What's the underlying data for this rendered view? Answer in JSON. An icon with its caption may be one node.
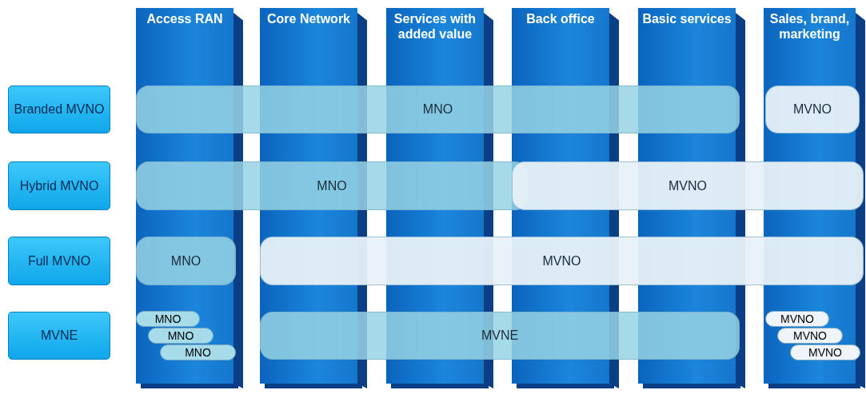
{
  "diagram": {
    "nodes": [
      {
        "text": [
          "Access RAN"
        ]
      },
      {
        "text": [
          "Core Network"
        ]
      },
      {
        "text": [
          "Services with added value"
        ]
      },
      {
        "text": [
          "Back office"
        ]
      },
      {
        "text": [
          "Basic services"
        ]
      },
      {
        "text": [
          "Sales, brand, marketing"
        ]
      },
      {
        "text": [
          "Branded MVNO"
        ]
      },
      {
        "text": [
          "Hybrid MVNO"
        ]
      },
      {
        "text": [
          "Full MVNO"
        ]
      },
      {
        "text": [
          "MVNE"
        ]
      },
      {
        "text": [
          "MNO"
        ]
      },
      {
        "text": [
          "MVNO"
        ],
        "in": 5
      },
      {
        "text": [
          "MNO"
        ]
      },
      {
        "text": [
          "MVNO"
        ]
      },
      {
        "text": [
          "MNO"
        ],
        "in": 0
      },
      {
        "text": [
          "MVNO"
        ]
      },
      {
        "text": [
          "MNO"
        ],
        "in": 0
      },
      {
        "text": [
          "MNO"
        ],
        "in": 0
      },
      {
        "text": [
          "MNO"
        ],
        "in": 0
      },
      {
        "text": [
          "MVNE"
        ]
      },
      {
        "text": [
          "MVNO"
        ],
        "in": 5
      },
      {
        "text": [
          "MVNO"
        ],
        "in": 5
      },
      {
        "text": [
          "MVNO"
        ],
        "in": 5
      }
    ]
  }
}
